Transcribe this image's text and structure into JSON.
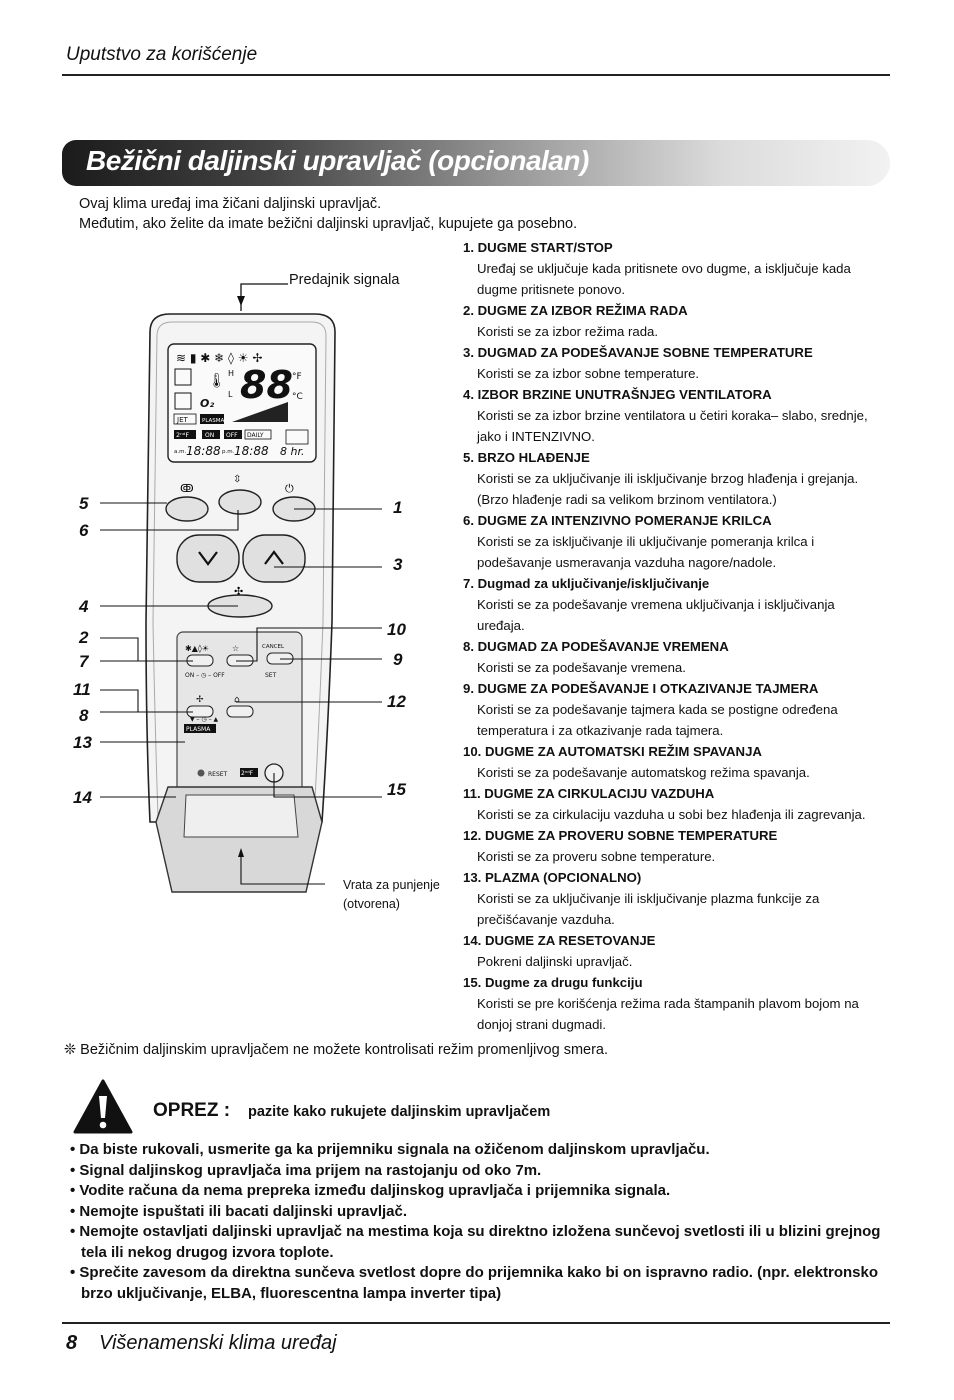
{
  "header": {
    "text": "Uputstvo za korišćenje"
  },
  "title": "Bežični daljinski upravljač (opcionalan)",
  "intro": [
    "Ovaj klima uređaj ima žičani daljinski upravljač.",
    "Međutim, ako želite da imate bežični daljinski upravljač, kupujete ga posebno."
  ],
  "labels": {
    "transmitter": "Predajnik signala",
    "door_line1": "Vrata za punjenje",
    "door_line2": "(otvorena)"
  },
  "remote": {
    "display_temp": "88",
    "unit_f": "°F",
    "unit_c": "°C",
    "o2": "O₂",
    "jet": "JET",
    "plasma_icon": "PLASMA",
    "two_f": "2ⁿᵈF",
    "on": "ON",
    "off": "OFF",
    "daily": "DAILY",
    "time1": "18:88",
    "time2": "18:88",
    "am": "a.m.",
    "pm": "p.m.",
    "hr": "8 hr.",
    "h": "H",
    "l": "L",
    "cancel": "CANCEL",
    "set": "SET",
    "on_off": "ON – ◷ – OFF",
    "plasma_btn": "PLASMA",
    "reset": "RESET",
    "two_f_btn": "2ⁿᵈF"
  },
  "callouts": [
    "5",
    "6",
    "4",
    "2",
    "7",
    "11",
    "8",
    "13",
    "14",
    "1",
    "3",
    "10",
    "9",
    "12",
    "15"
  ],
  "items": [
    {
      "head": "1. DUGME START/STOP",
      "desc": [
        "Uređaj se uključuje kada pritisnete ovo dugme, a isključuje kada",
        "dugme pritisnete ponovo."
      ]
    },
    {
      "head": "2. DUGME ZA IZBOR REŽIMA RADA",
      "desc": [
        "Koristi se za izbor režima rada."
      ]
    },
    {
      "head": "3. DUGMAD ZA PODEŠAVANJE SOBNE TEMPERATURE",
      "desc": [
        "Koristi se za izbor sobne temperature."
      ]
    },
    {
      "head": "4. IZBOR BRZINE UNUTRAŠNJEG VENTILATORA",
      "desc": [
        "Koristi se za izbor brzine ventilatora u četiri koraka– slabo, srednje,",
        "jako i INTENZIVNO."
      ]
    },
    {
      "head": "5. BRZO HLAĐENJE",
      "desc": [
        "Koristi se za uključivanje ili isključivanje brzog hlađenja i grejanja.",
        "(Brzo hlađenje radi sa velikom brzinom ventilatora.)"
      ]
    },
    {
      "head": "6. DUGME ZA INTENZIVNO POMERANJE KRILCA",
      "desc": [
        "Koristi se za isključivanje ili uključivanje pomeranja krilca i",
        "podešavanje usmeravanja vazduha nagore/nadole."
      ]
    },
    {
      "head": "7. Dugmad za uključivanje/isključivanje",
      "desc": [
        "Koristi se za podešavanje vremena uključivanja i isključivanja",
        "uređaja."
      ]
    },
    {
      "head": "8. DUGMAD ZA PODEŠAVANJE VREMENA",
      "desc": [
        "Koristi se za podešavanje vremena."
      ]
    },
    {
      "head": "9. DUGME ZA PODEŠAVANJE I OTKAZIVANJE TAJMERA",
      "desc": [
        "Koristi se za podešavanje tajmera kada se postigne određena",
        "temperatura i za otkazivanje rada tajmera."
      ]
    },
    {
      "head": "10. DUGME ZA AUTOMATSKI REŽIM SPAVANJA",
      "desc": [
        "Koristi se za podešavanje automatskog režima spavanja."
      ]
    },
    {
      "head": "11. DUGME ZA CIRKULACIJU VAZDUHA",
      "desc": [
        "Koristi se za cirkulaciju vazduha u sobi bez hlađenja ili zagrevanja."
      ]
    },
    {
      "head": "12. DUGME ZA PROVERU SOBNE TEMPERATURE",
      "desc": [
        "Koristi se za proveru sobne temperature."
      ]
    },
    {
      "head": "13. PLAZMA (OPCIONALNO)",
      "desc": [
        "Koristi se za uključivanje ili isključivanje plazma funkcije za",
        "prečišćavanje vazduha."
      ]
    },
    {
      "head": "14. DUGME ZA RESETOVANJE",
      "desc": [
        "Pokreni daljinski upravljač."
      ]
    },
    {
      "head": "15. Dugme za drugu funkciju",
      "desc": [
        "Koristi se pre korišćenja režima rada štampanih plavom bojom na",
        "donjoj strani dugmadi."
      ]
    }
  ],
  "note": "❊ Bežičnim daljinskim upravljačem ne možete kontrolisati režim promenljivog smera.",
  "caution": {
    "word": "OPREZ :",
    "desc": "pazite kako rukujete daljinskim upravljačem"
  },
  "bullets": [
    "• Da biste rukovali, usmerite ga ka prijemniku signala na ožičenom daljinskom upravljaču.",
    "• Signal daljinskog upravljača ima prijem na rastojanju od oko 7m.",
    "• Vodite računa da nema prepreka između daljinskog upravljača i prijemnika signala.",
    "• Nemojte ispuštati ili bacati daljinski upravljač.",
    "• Nemojte ostavljati daljinski upravljač na mestima koja su direktno izložena sunčevoj svetlosti ili u blizini grejnog tela ili nekog drugog izvora toplote.",
    "• Sprečite zavesom da direktna sunčeva svetlost dopre do prijemnika kako bi on ispravno radio. (npr. elektronsko brzo uključivanje, ELBA, fluorescentna lampa inverter tipa)"
  ],
  "footer": {
    "page": "8",
    "text": "Višenamenski klima uređaj"
  }
}
